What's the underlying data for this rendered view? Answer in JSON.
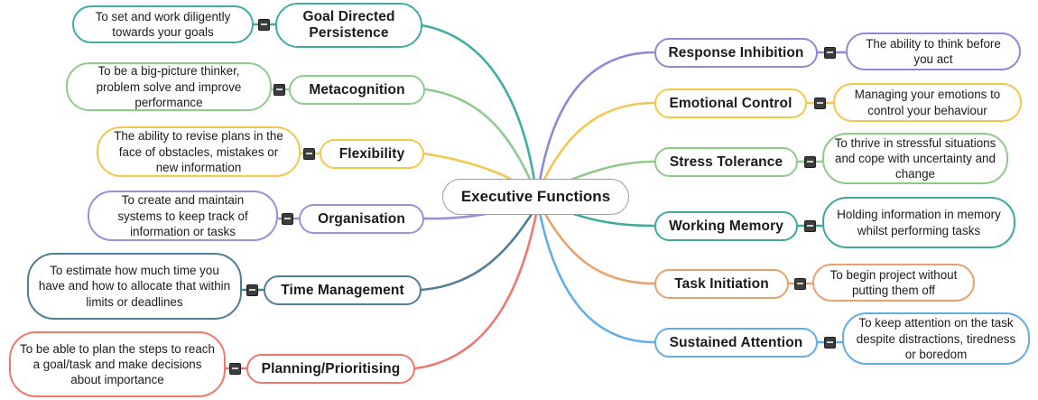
{
  "center": {
    "label": "Executive Functions",
    "border_color": "#9e9e9e"
  },
  "icons": {
    "collapse": "minus-square"
  },
  "branches": {
    "left": [
      {
        "topic": "Goal Directed Persistence",
        "description": "To set and work diligently towards your goals",
        "color": "#3fada3"
      },
      {
        "topic": "Metacognition",
        "description": "To be a big-picture thinker, problem solve and improve performance",
        "color": "#90cb8e"
      },
      {
        "topic": "Flexibility",
        "description": "The ability to revise plans in the face of obstacles, mistakes or new information",
        "color": "#f3c74b"
      },
      {
        "topic": "Organisation",
        "description": "To create and maintain systems to keep track of information or tasks",
        "color": "#9394da"
      },
      {
        "topic": "Time Management",
        "description": "To estimate how much time you have and how to allocate that within limits or deadlines",
        "color": "#4f7f95"
      },
      {
        "topic": "Planning/Prioritising",
        "description": "To be able to plan the steps to reach a goal/task and make decisions about importance",
        "color": "#ee786d"
      }
    ],
    "right": [
      {
        "topic": "Response Inhibition",
        "description": "The ability to think before you act",
        "color": "#8c8ad8"
      },
      {
        "topic": "Emotional Control",
        "description": "Managing your emotions to control your behaviour",
        "color": "#f3c74b"
      },
      {
        "topic": "Stress Tolerance",
        "description": "To thrive in stressful situations and cope with uncertainty and change",
        "color": "#8fca8b"
      },
      {
        "topic": "Working Memory",
        "description": "Holding information in memory whilst performing tasks",
        "color": "#3fa9a0"
      },
      {
        "topic": "Task Initiation",
        "description": "To begin project without putting them off",
        "color": "#eba16c"
      },
      {
        "topic": "Sustained Attention",
        "description": "To keep attention on the task despite distractions, tiredness or boredom",
        "color": "#62ade5"
      }
    ]
  }
}
